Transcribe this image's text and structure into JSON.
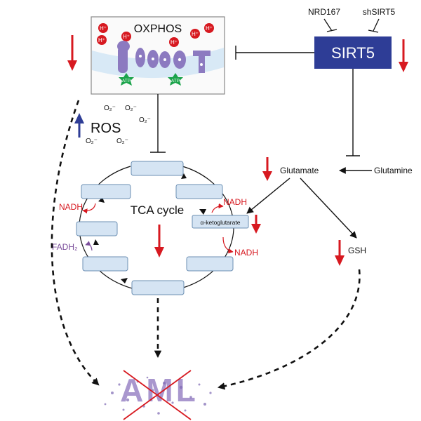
{
  "oxphos": {
    "title": "OXPHOS",
    "h_plus": "H⁺",
    "atp": "ATP"
  },
  "inhibitors": {
    "nrd167": "NRD167",
    "shsirt5": "shSIRT5"
  },
  "sirt5": {
    "label": "SIRT5"
  },
  "ros": {
    "label": "ROS",
    "superoxide": "O₂⁻"
  },
  "pathway": {
    "glutamate": "Glutamate",
    "glutamine": "Glutamine",
    "gsh": "GSH"
  },
  "tca": {
    "label": "TCA cycle",
    "alpha_kg": "α-ketoglutarate",
    "nadh": "NADH",
    "fadh2": "FADH₂"
  },
  "aml": {
    "label": "AML"
  },
  "colors": {
    "down_arrow": "#d71920",
    "up_arrow": "#2e3d96",
    "sirt5_box": "#2e3d96",
    "complex": "#8c7ac0",
    "atp": "#1aa34a",
    "h_plus": "#d71920",
    "nadh": "#d71920",
    "fadh2": "#7b4e9b",
    "tca_box_fill": "#d5e4f3",
    "tca_box_stroke": "#6c8fb3",
    "aml_cross": "#d71920",
    "aml_letters": "#9b86c6"
  }
}
